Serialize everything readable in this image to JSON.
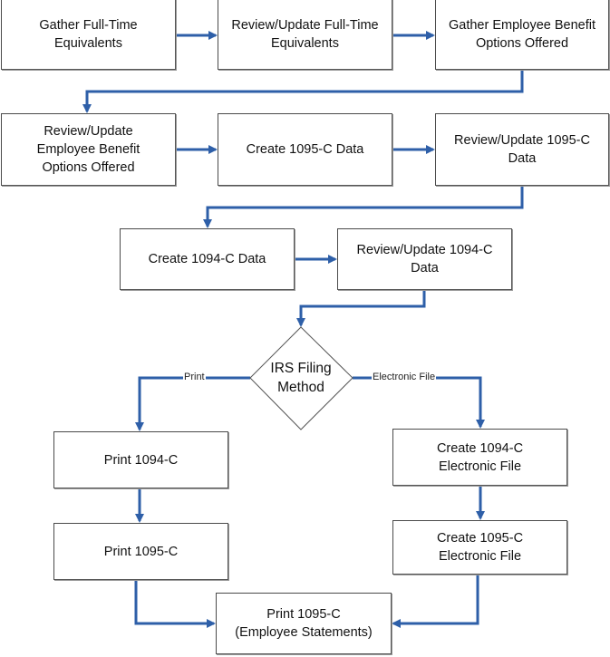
{
  "diagram": {
    "colors": {
      "connector": "#2E5FA8",
      "box_border": "#4a4a4a"
    },
    "nodes": {
      "gather_fte": "Gather Full-Time\nEquivalents",
      "review_fte": "Review/Update Full-Time\nEquivalents",
      "gather_benefits": "Gather Employee Benefit\nOptions Offered",
      "review_benefits": "Review/Update\nEmployee Benefit\nOptions Offered",
      "create_1095c": "Create 1095-C Data",
      "review_1095c": "Review/Update 1095-C\nData",
      "create_1094c": "Create 1094-C Data",
      "review_1094c": "Review/Update 1094-C\nData",
      "decision": "IRS Filing\nMethod",
      "print_1094c": "Print 1094-C",
      "print_1095c": "Print 1095-C",
      "create_1094c_file": "Create 1094-C\nElectronic File",
      "create_1095c_file": "Create 1095-C\nElectronic File",
      "print_statements": "Print 1095-C\n(Employee Statements)"
    },
    "edge_labels": {
      "print": "Print",
      "electronic": "Electronic File"
    },
    "edges": [
      [
        "gather_fte",
        "review_fte"
      ],
      [
        "review_fte",
        "gather_benefits"
      ],
      [
        "gather_benefits",
        "review_benefits"
      ],
      [
        "review_benefits",
        "create_1095c"
      ],
      [
        "create_1095c",
        "review_1095c"
      ],
      [
        "review_1095c",
        "create_1094c"
      ],
      [
        "create_1094c",
        "review_1094c"
      ],
      [
        "review_1094c",
        "decision"
      ],
      [
        "decision",
        "print_1094c",
        "Print"
      ],
      [
        "decision",
        "create_1094c_file",
        "Electronic File"
      ],
      [
        "print_1094c",
        "print_1095c"
      ],
      [
        "create_1094c_file",
        "create_1095c_file"
      ],
      [
        "print_1095c",
        "print_statements"
      ],
      [
        "create_1095c_file",
        "print_statements"
      ]
    ]
  }
}
